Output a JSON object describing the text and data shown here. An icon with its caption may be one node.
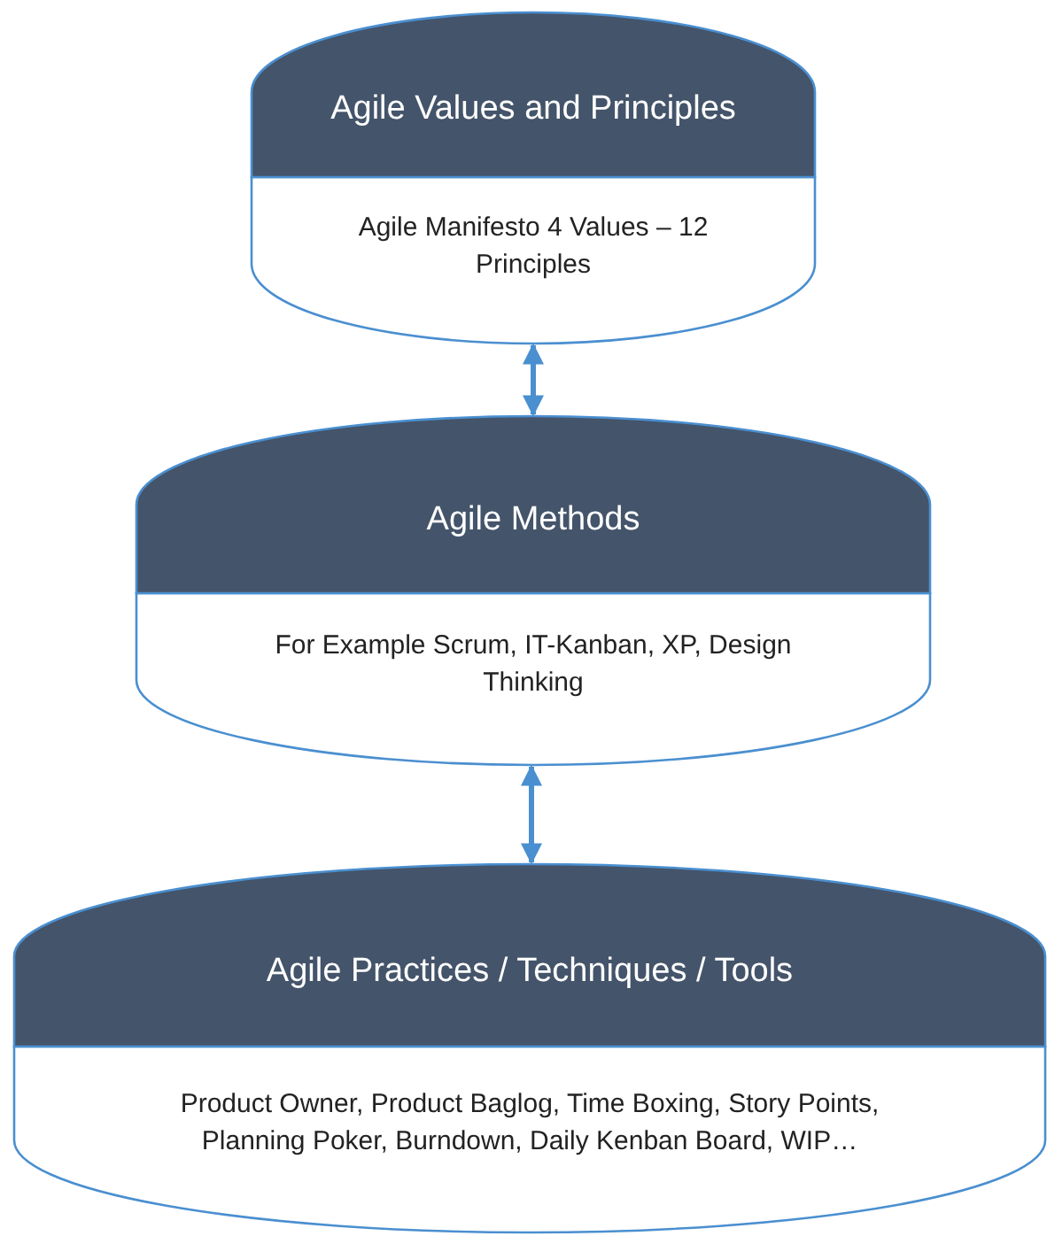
{
  "diagram": {
    "nodes": [
      {
        "text": [
          "Agile Values and Principles",
          "Agile Manifesto 4 Values – 12 Principles"
        ]
      },
      {
        "text": [
          "Agile Methods",
          "For Example Scrum, IT-Kanban, XP, Design Thinking"
        ]
      },
      {
        "text": [
          "Agile Practices / Techniques / Tools",
          "Product Owner, Product Baglog, Time Boxing, Story Points, Planning Poker, Burndown, Daily Kenban Board, WIP…"
        ]
      }
    ],
    "edges": [
      {
        "from": 0,
        "to": 1,
        "arrow": "both"
      },
      {
        "from": 1,
        "to": 2,
        "arrow": "both"
      }
    ]
  }
}
